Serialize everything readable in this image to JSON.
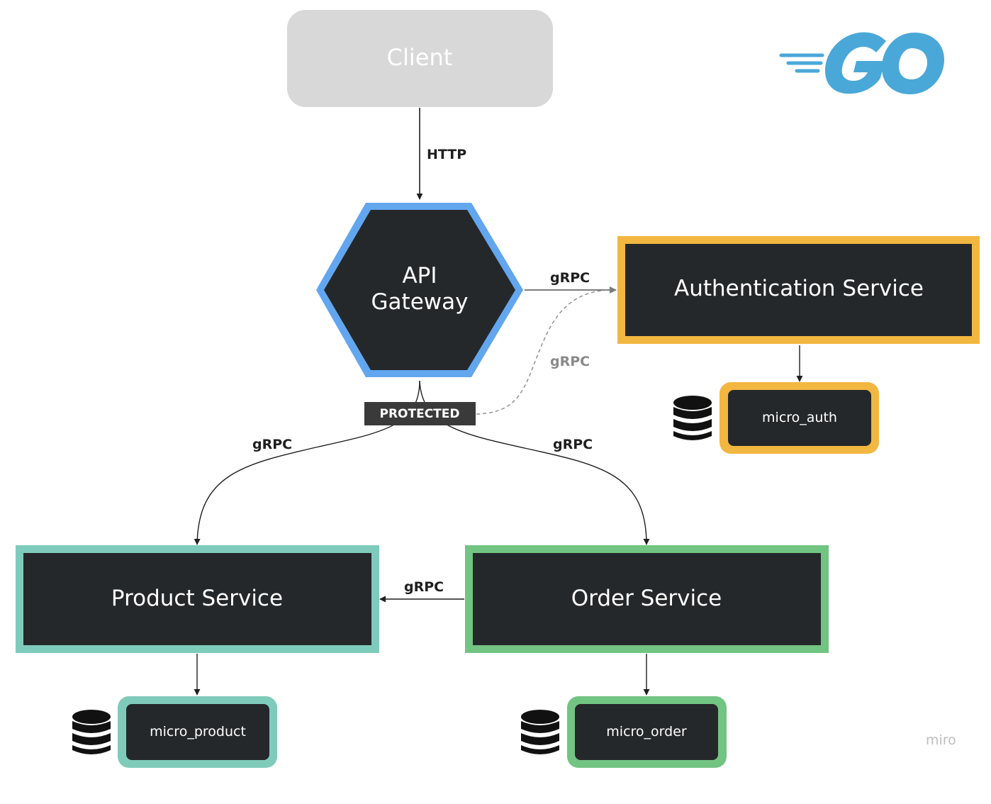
{
  "nodes": {
    "client": "Client",
    "api_gateway_line1": "API",
    "api_gateway_line2": "Gateway",
    "auth_service": "Authentication Service",
    "micro_auth": "micro_auth",
    "product_service": "Product Service",
    "micro_product": "micro_product",
    "order_service": "Order Service",
    "micro_order": "micro_order"
  },
  "badges": {
    "protected": "PROTECTED"
  },
  "edge_labels": {
    "client_to_gateway": "HTTP",
    "gateway_to_auth": "gRPC",
    "protected_to_auth": "gRPC",
    "gateway_to_product": "gRPC",
    "gateway_to_order": "gRPC",
    "order_to_product": "gRPC"
  },
  "logos": {
    "go": "GO",
    "watermark": "miro"
  },
  "colors": {
    "client_fill": "#d8d8d8",
    "node_fill": "#25282b",
    "gateway_border": "#62a6ef",
    "auth_border": "#f2b740",
    "product_border": "#7fcbbb",
    "order_border": "#72c482",
    "go_blue": "#4aa8d8"
  }
}
